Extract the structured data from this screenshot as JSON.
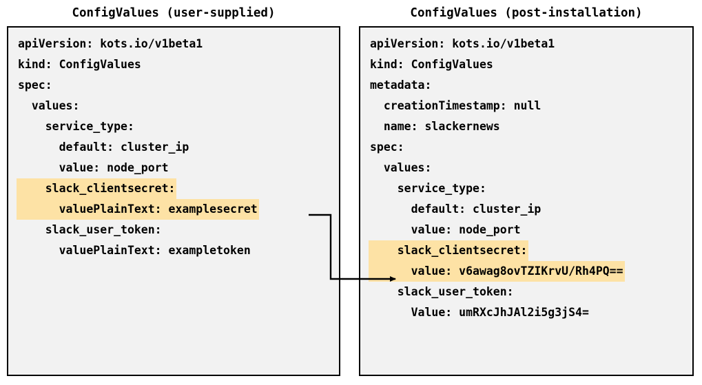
{
  "panels": {
    "left": {
      "title": "ConfigValues (user-supplied)",
      "lines": [
        {
          "text": "apiVersion: kots.io/v1beta1",
          "highlight": false
        },
        {
          "text": "kind: ConfigValues",
          "highlight": false
        },
        {
          "text": "spec:",
          "highlight": false
        },
        {
          "text": "  values:",
          "highlight": false
        },
        {
          "text": "    service_type:",
          "highlight": false
        },
        {
          "text": "      default: cluster_ip",
          "highlight": false
        },
        {
          "text": "      value: node_port",
          "highlight": false
        },
        {
          "text": "    slack_clientsecret:",
          "highlight": true
        },
        {
          "text": "      valuePlainText: examplesecret",
          "highlight": true
        },
        {
          "text": "    slack_user_token:",
          "highlight": false
        },
        {
          "text": "      valuePlainText: exampletoken",
          "highlight": false
        }
      ]
    },
    "right": {
      "title": "ConfigValues (post-installation)",
      "lines": [
        {
          "text": "apiVersion: kots.io/v1beta1",
          "highlight": false
        },
        {
          "text": "kind: ConfigValues",
          "highlight": false
        },
        {
          "text": "metadata:",
          "highlight": false
        },
        {
          "text": "  creationTimestamp: null",
          "highlight": false
        },
        {
          "text": "  name: slackernews",
          "highlight": false
        },
        {
          "text": "spec:",
          "highlight": false
        },
        {
          "text": "  values:",
          "highlight": false
        },
        {
          "text": "    service_type:",
          "highlight": false
        },
        {
          "text": "      default: cluster_ip",
          "highlight": false
        },
        {
          "text": "      value: node_port",
          "highlight": false
        },
        {
          "text": "    slack_clientsecret:",
          "highlight": true
        },
        {
          "text": "      value: v6awag8ovTZIKrvU/Rh4PQ==",
          "highlight": true
        },
        {
          "text": "    slack_user_token:",
          "highlight": false
        },
        {
          "text": "      Value: umRXcJhJAl2i5g3jS4=",
          "highlight": false
        }
      ]
    }
  },
  "connector": {
    "from_label": "examplesecret",
    "to_label": "value: v6awag8ovTZIKrvU/Rh4PQ==",
    "color": "#000000"
  },
  "colors": {
    "highlight": "#fde2a5",
    "panel_background": "#f2f2f2",
    "border": "#000000",
    "text": "#000000",
    "page_background": "#ffffff"
  }
}
